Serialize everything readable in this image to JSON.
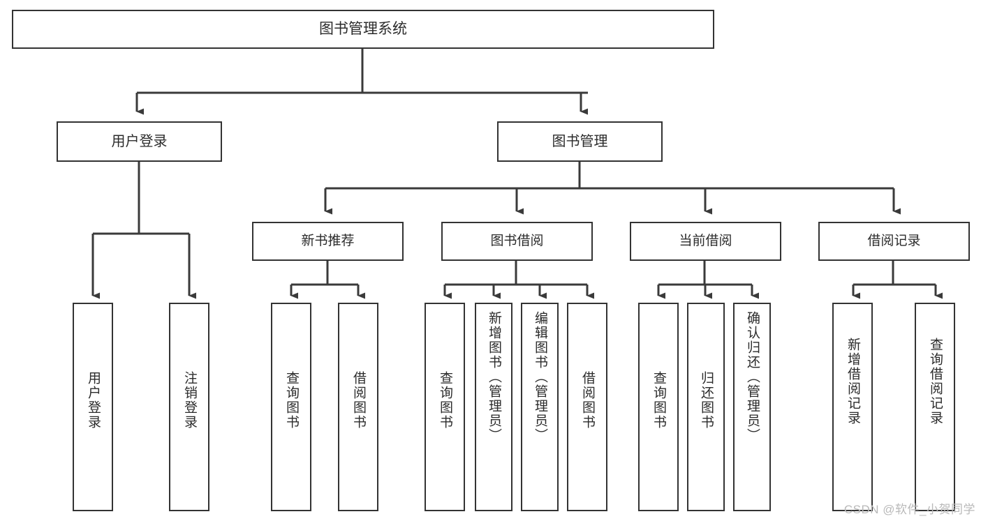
{
  "diagram": {
    "title": "图书管理系统",
    "type": "hierarchy-tree",
    "watermark": "CSDN @软件_小贺同学",
    "colors": {
      "box_border": "#333333",
      "box_fill": "#ffffff",
      "text": "#2b2b2b",
      "connector": "#3a3a3a",
      "watermark": "#b9b9b9"
    }
  },
  "nodes": {
    "root": {
      "label": "图书管理系统"
    },
    "level1": [
      {
        "id": "user-login",
        "label": "用户登录"
      },
      {
        "id": "book-manage",
        "label": "图书管理"
      }
    ],
    "level2": [
      {
        "id": "new-book-recommend",
        "label": "新书推荐"
      },
      {
        "id": "book-borrow",
        "label": "图书借阅"
      },
      {
        "id": "current-borrow",
        "label": "当前借阅"
      },
      {
        "id": "borrow-record",
        "label": "借阅记录"
      }
    ],
    "leaves": {
      "user-login": [
        {
          "id": "login",
          "label": "用户登录"
        },
        {
          "id": "logout",
          "label": "注销登录"
        }
      ],
      "new-book-recommend": [
        {
          "id": "query-book-1",
          "label": "查询图书"
        },
        {
          "id": "borrow-book-1",
          "label": "借阅图书"
        }
      ],
      "book-borrow": [
        {
          "id": "query-book-2",
          "label": "查询图书"
        },
        {
          "id": "add-book",
          "label": "新增图书（管理员）"
        },
        {
          "id": "edit-book",
          "label": "编辑图书（管理员）"
        },
        {
          "id": "borrow-book-2",
          "label": "借阅图书"
        }
      ],
      "current-borrow": [
        {
          "id": "query-book-3",
          "label": "查询图书"
        },
        {
          "id": "return-book",
          "label": "归还图书"
        },
        {
          "id": "confirm-return",
          "label": "确认归还（管理员）"
        }
      ],
      "borrow-record": [
        {
          "id": "add-record",
          "label": "新增借阅记录"
        },
        {
          "id": "query-record",
          "label": "查询借阅记录"
        }
      ]
    }
  }
}
